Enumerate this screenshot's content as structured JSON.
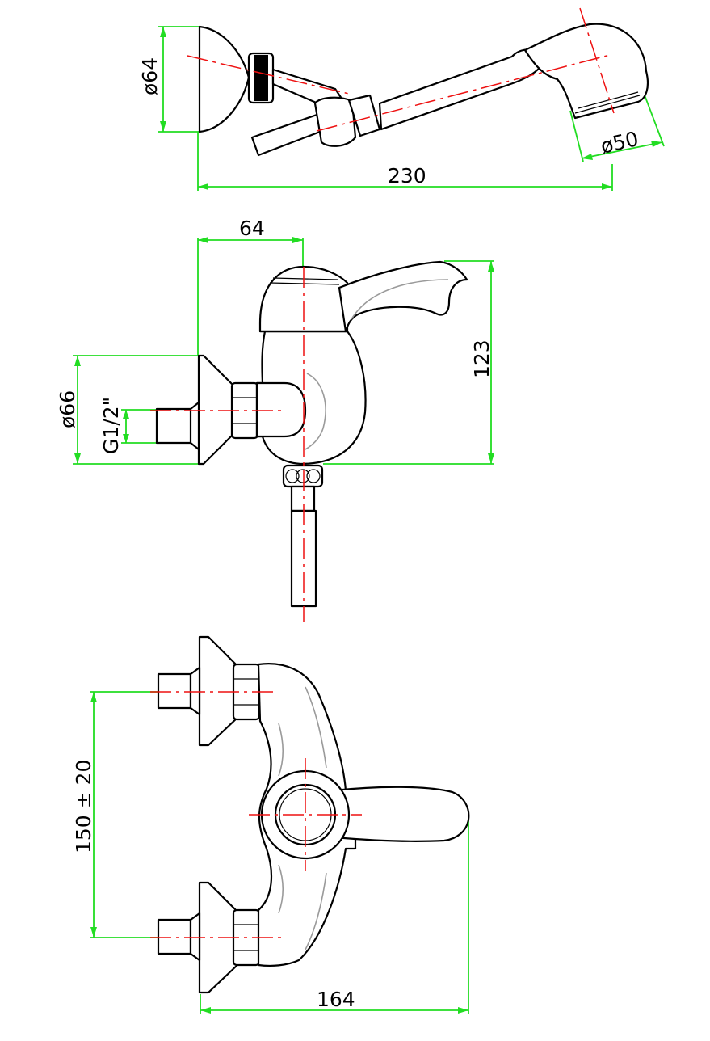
{
  "colors": {
    "dimension_line": "#22dd22",
    "center_line": "#ee1111",
    "outline": "#000000",
    "hidden_detail": "#9a9a9a"
  },
  "icons": {
    "hand_shower": "hand-shower-icon",
    "wall_mount": "wall-mount-icon",
    "lever_handle": "lever-handle-icon",
    "hose": "hose-icon"
  },
  "dimensions": {
    "escutcheon_diameter": "ø64",
    "shower_head_diameter": "ø50",
    "overall_shower_length": "230",
    "lever_depth": "64",
    "mixer_height": "123",
    "wall_flange_diameter": "ø66",
    "thread_size": "G1/2\"",
    "center_distance": "150 ± 20",
    "overall_width": "164"
  }
}
